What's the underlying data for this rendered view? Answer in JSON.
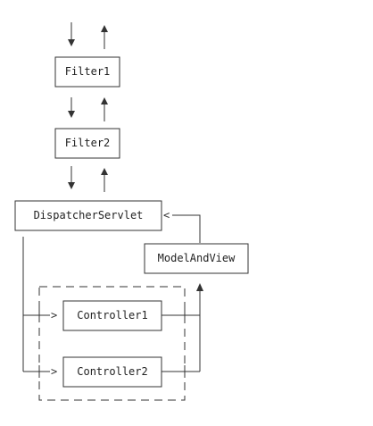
{
  "diagram": {
    "nodes": {
      "filter1": "Filter1",
      "filter2": "Filter2",
      "dispatcher": "DispatcherServlet",
      "modelandview": "ModelAndView",
      "controller1": "Controller1",
      "controller2": "Controller2"
    }
  }
}
